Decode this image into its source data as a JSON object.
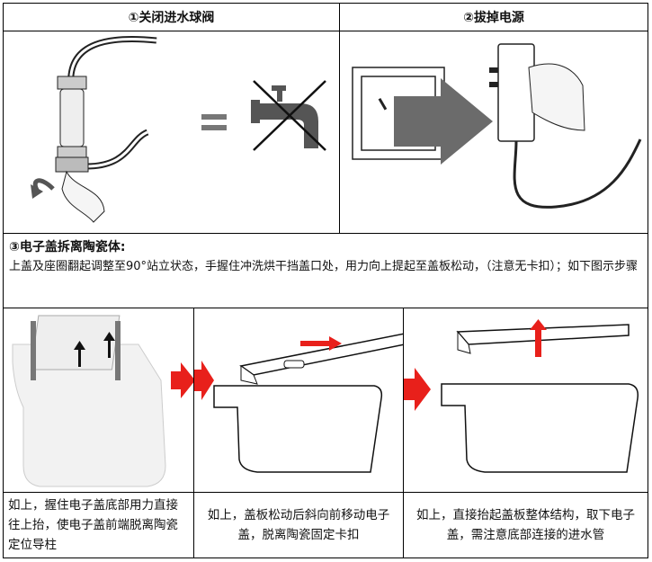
{
  "step1": {
    "title": "①关闭进水球阀"
  },
  "step2": {
    "title": "②拔掉电源"
  },
  "step3": {
    "title": "③电子盖拆离陶瓷体:",
    "description": "上盖及座圈翻起调整至90°站立状态，手握住冲洗烘干挡盖口处，用力向上提起至盖板松动，（注意无卡扣）；如下图示步骤"
  },
  "captions": [
    "如上，握住电子盖底部用力直接往上抬，使电子盖前端脱离陶瓷定位导柱",
    "如上，盖板松动后斜向前移动电子盖，脱离陶瓷固定卡扣",
    "如上，直接抬起盖板整体结构，取下电子盖，需注意底部连接的进水管"
  ],
  "colors": {
    "arrow_red": "#e8201b",
    "arrow_dark": "#6b6b6b",
    "line": "#000000"
  }
}
